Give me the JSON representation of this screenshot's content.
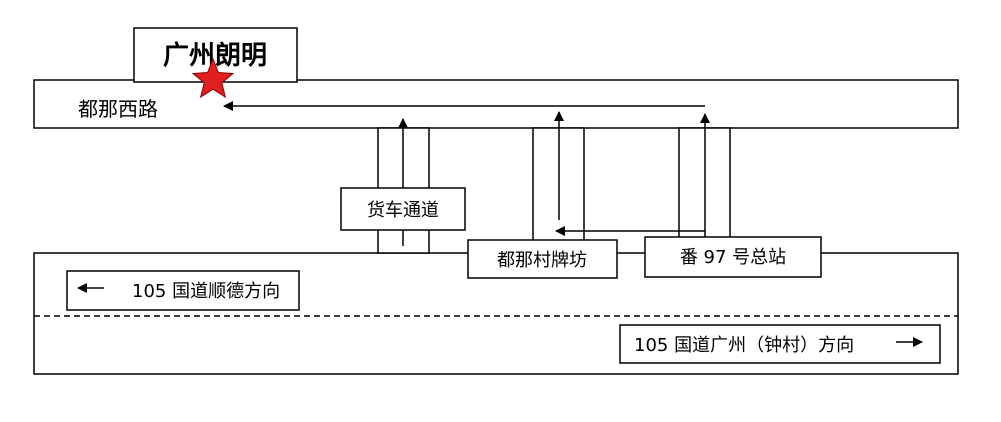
{
  "company_label": "广州朗明",
  "upper_road_label": "都那西路",
  "truck_channel_label": "货车通道",
  "gate_label": "都那村牌坊",
  "bus_terminal_label": "番 97 号总站",
  "lower_road_shunde_label": "105 国道顺德方向",
  "lower_road_guangzhou_label": "105 国道广州（钟村）方向",
  "star_color": "#e02020",
  "line_color": "#000000",
  "icons": {
    "location_marker": "star-icon",
    "direction_left": "arrow-left-icon",
    "direction_right": "arrow-right-icon"
  }
}
